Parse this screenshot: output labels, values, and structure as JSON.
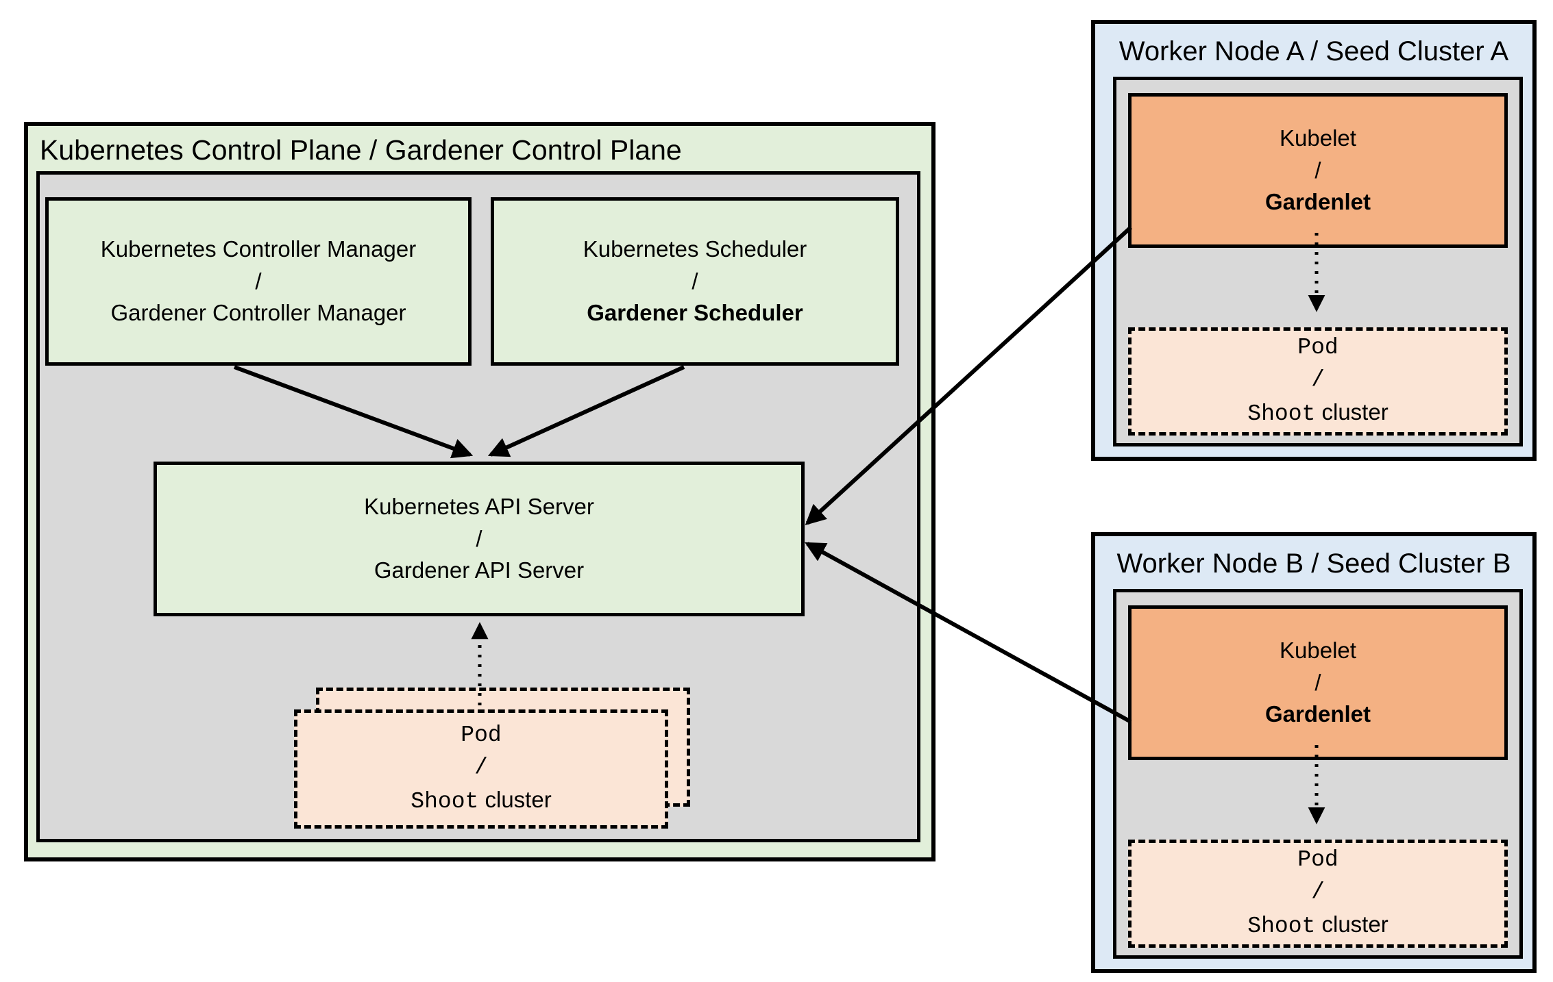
{
  "diagram": {
    "control_plane": {
      "title": "Kubernetes Control Plane / Gardener Control Plane",
      "controller_manager": {
        "line1": "Kubernetes Controller Manager",
        "separator": "/",
        "line2": "Gardener Controller Manager"
      },
      "scheduler": {
        "line1": "Kubernetes Scheduler",
        "separator": "/",
        "line2": "Gardener Scheduler"
      },
      "api_server": {
        "line1": "Kubernetes API Server",
        "separator": "/",
        "line2": "Gardener API Server"
      },
      "pod_stack": {
        "line1": "Pod",
        "separator": "/",
        "line2_mono": "Shoot",
        "line2_plain": "cluster"
      }
    },
    "worker_node_a": {
      "title": "Worker Node A / Seed Cluster A",
      "kubelet": {
        "line1": "Kubelet",
        "separator": "/",
        "line2": "Gardenlet"
      },
      "pod": {
        "line1": "Pod",
        "separator": "/",
        "line2_mono": "Shoot",
        "line2_plain": "cluster"
      }
    },
    "worker_node_b": {
      "title": "Worker Node B / Seed Cluster B",
      "kubelet": {
        "line1": "Kubelet",
        "separator": "/",
        "line2": "Gardenlet"
      },
      "pod": {
        "line1": "Pod",
        "separator": "/",
        "line2_mono": "Shoot",
        "line2_plain": "cluster"
      }
    }
  },
  "colors": {
    "green_bg": "#e2efda",
    "gray_bg": "#d9d9d9",
    "blue_bg": "#dde9f5",
    "orange_bg": "#f4b183",
    "peach_bg": "#fbe5d6",
    "border": "#000000"
  }
}
